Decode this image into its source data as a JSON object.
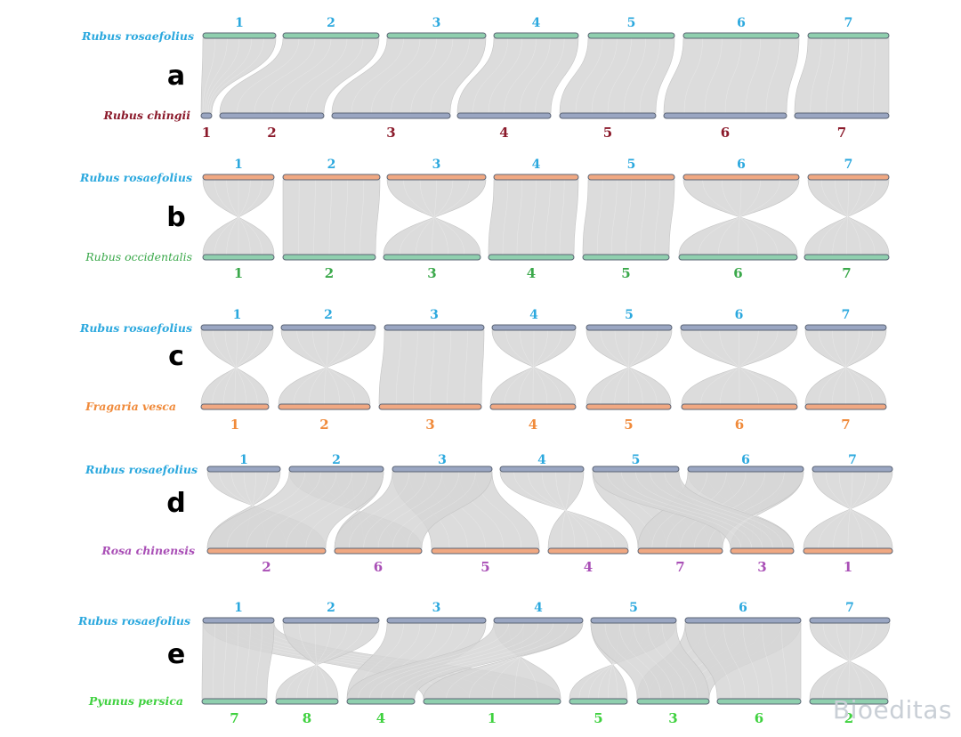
{
  "watermark": "Bioeditas",
  "colors": {
    "ribbon": "#d6d6d6",
    "ribbon_line": "#c4c4c4",
    "green_bar": "#8fcfae",
    "orange_bar": "#f0a882",
    "gray_bar": "#9aa6c2",
    "bar_outline": "#5b6474",
    "top_label": "#2ba8de",
    "top_species": "#2ba8de"
  },
  "panels": [
    {
      "letter": "a",
      "top_species": "Rubus rosaefolius",
      "top_bar_color": "#8fcfae",
      "top_label_color": "#2ba8de",
      "top_chromosomes": [
        "1",
        "2",
        "3",
        "4",
        "5",
        "6",
        "7"
      ],
      "bottom_species": "Rubus chingii",
      "bottom_species_color": "#8b1a2b",
      "bottom_bar_color": "#9aa6c2",
      "bottom_label_color": "#8b1a2b",
      "bottom_chromosomes": [
        "1",
        "2",
        "3",
        "4",
        "5",
        "6",
        "7"
      ],
      "links": [
        [
          0,
          0
        ],
        [
          1,
          1
        ],
        [
          2,
          2
        ],
        [
          3,
          3
        ],
        [
          4,
          4
        ],
        [
          5,
          5
        ],
        [
          6,
          6
        ]
      ],
      "crossed": [
        false,
        false,
        false,
        false,
        false,
        false,
        false
      ]
    },
    {
      "letter": "b",
      "top_species": "Rubus rosaefolius",
      "top_bar_color": "#f0a882",
      "top_label_color": "#2ba8de",
      "top_chromosomes": [
        "1",
        "2",
        "3",
        "4",
        "5",
        "6",
        "7"
      ],
      "bottom_species": "Rubus occidentalis",
      "bottom_species_color": "#3aa84a",
      "bottom_bar_color": "#8fcfae",
      "bottom_label_color": "#3aa84a",
      "bottom_chromosomes": [
        "1",
        "2",
        "3",
        "4",
        "5",
        "6",
        "7"
      ],
      "links": [
        [
          0,
          0
        ],
        [
          1,
          1
        ],
        [
          2,
          2
        ],
        [
          3,
          3
        ],
        [
          4,
          4
        ],
        [
          5,
          5
        ],
        [
          6,
          6
        ]
      ],
      "crossed": [
        true,
        false,
        true,
        false,
        false,
        true,
        true
      ]
    },
    {
      "letter": "c",
      "top_species": "Rubus rosaefolius",
      "top_bar_color": "#9aa6c2",
      "top_label_color": "#2ba8de",
      "top_chromosomes": [
        "1",
        "2",
        "3",
        "4",
        "5",
        "6",
        "7"
      ],
      "bottom_species": "Fragaria vesca",
      "bottom_species_color": "#f08a3a",
      "bottom_bar_color": "#f0a882",
      "bottom_label_color": "#f08a3a",
      "bottom_chromosomes": [
        "1",
        "2",
        "3",
        "4",
        "5",
        "6",
        "7"
      ],
      "links": [
        [
          0,
          0
        ],
        [
          1,
          1
        ],
        [
          2,
          2
        ],
        [
          3,
          3
        ],
        [
          4,
          4
        ],
        [
          5,
          5
        ],
        [
          6,
          6
        ]
      ],
      "crossed": [
        true,
        true,
        false,
        true,
        true,
        true,
        true
      ]
    },
    {
      "letter": "d",
      "top_species": "Rubus rosaefolius",
      "top_bar_color": "#9aa6c2",
      "top_label_color": "#2ba8de",
      "top_chromosomes": [
        "1",
        "2",
        "3",
        "4",
        "5",
        "6",
        "7"
      ],
      "bottom_species": "Rosa chinensis",
      "bottom_species_color": "#a94fb6",
      "bottom_bar_color": "#f0a882",
      "bottom_label_color": "#a94fb6",
      "bottom_chromosomes": [
        "2",
        "6",
        "5",
        "4",
        "7",
        "3",
        "1"
      ],
      "links": [
        [
          0,
          0
        ],
        [
          1,
          1
        ],
        [
          2,
          2
        ],
        [
          3,
          3
        ],
        [
          4,
          4
        ],
        [
          5,
          5
        ],
        [
          6,
          6
        ],
        [
          1,
          0
        ],
        [
          5,
          4
        ],
        [
          4,
          5
        ],
        [
          2,
          1
        ]
      ],
      "crossed": [
        true,
        true,
        false,
        true,
        false,
        true,
        true,
        false,
        false,
        false,
        false
      ]
    },
    {
      "letter": "e",
      "top_species": "Rubus rosaefolius",
      "top_bar_color": "#9aa6c2",
      "top_label_color": "#2ba8de",
      "top_chromosomes": [
        "1",
        "2",
        "3",
        "4",
        "5",
        "6",
        "7"
      ],
      "bottom_species": "Pyunus persica",
      "bottom_species_color": "#3fd13f",
      "bottom_bar_color": "#8fcfae",
      "bottom_label_color": "#3fd13f",
      "bottom_chromosomes": [
        "7",
        "8",
        "4",
        "1",
        "5",
        "3",
        "6",
        "2"
      ],
      "links": [
        [
          0,
          3
        ],
        [
          1,
          1
        ],
        [
          2,
          2
        ],
        [
          3,
          3
        ],
        [
          4,
          4
        ],
        [
          5,
          5
        ],
        [
          5,
          6
        ],
        [
          6,
          7
        ],
        [
          0,
          0
        ],
        [
          3,
          2
        ],
        [
          4,
          5
        ]
      ],
      "crossed": [
        false,
        true,
        false,
        true,
        true,
        false,
        false,
        true,
        false,
        false,
        false
      ]
    }
  ]
}
